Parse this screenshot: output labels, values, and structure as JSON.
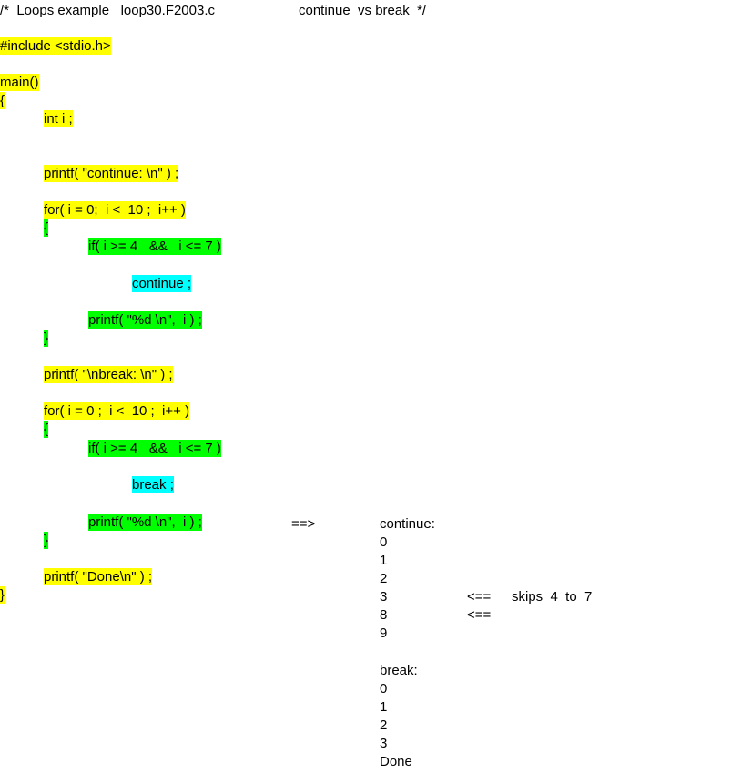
{
  "header": {
    "comment_open": "/*  Loops example   loop30.F2003.c",
    "comment_close": "continue  vs break  */"
  },
  "code": {
    "include": "#include <stdio.h>",
    "main_sig": "main()",
    "open_brace": "{",
    "decl": "int i ;",
    "printf_continue": "printf( \"continue: \\n\" ) ;",
    "for1": "for( i = 0;  i <  10 ;  i++ )",
    "for1_open": "{",
    "if1": "if( i >= 4   &&   i <= 7 )",
    "continue_stmt": "continue ;",
    "printf_i_1": "printf( \"%d \\n\",  i ) ;",
    "for1_close": "}",
    "printf_break": "printf( \"\\nbreak: \\n\" ) ;",
    "for2": "for( i = 0 ;  i <  10 ;  i++ )",
    "for2_open": "{",
    "if2": "if( i >= 4   &&   i <= 7 )",
    "break_stmt": "break ;",
    "printf_i_2": "printf( \"%d \\n\",  i ) ;",
    "for2_close": "}",
    "printf_done": "printf( \"Done\\n\" ) ;",
    "close_brace": "}"
  },
  "output": {
    "arrow": "==>",
    "lines": [
      "continue:",
      "0",
      "1",
      "2",
      "3",
      "8",
      "9",
      "",
      "break:",
      "0",
      "1",
      "2",
      "3",
      "Done"
    ],
    "note_arrow_1": "<==",
    "note_text": "skips  4  to  7",
    "note_arrow_2": "<=="
  },
  "colors": {
    "main_block": "#ffff00",
    "loop_body": "#00ff00",
    "jump_statement": "#00ffff"
  }
}
